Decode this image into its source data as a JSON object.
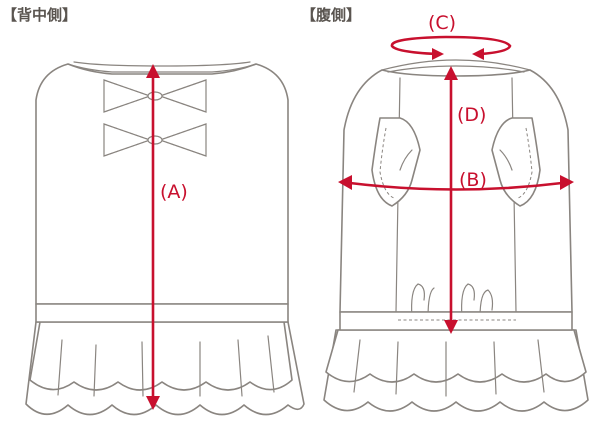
{
  "headings": {
    "back": "【背中側】",
    "belly": "【腹側】"
  },
  "measurements": {
    "A": "(A)",
    "B": "(B)",
    "C": "(C)",
    "D": "(D)"
  },
  "colors": {
    "accent": "#c8102e",
    "line": "#8a8580",
    "heading": "#5a5550"
  }
}
